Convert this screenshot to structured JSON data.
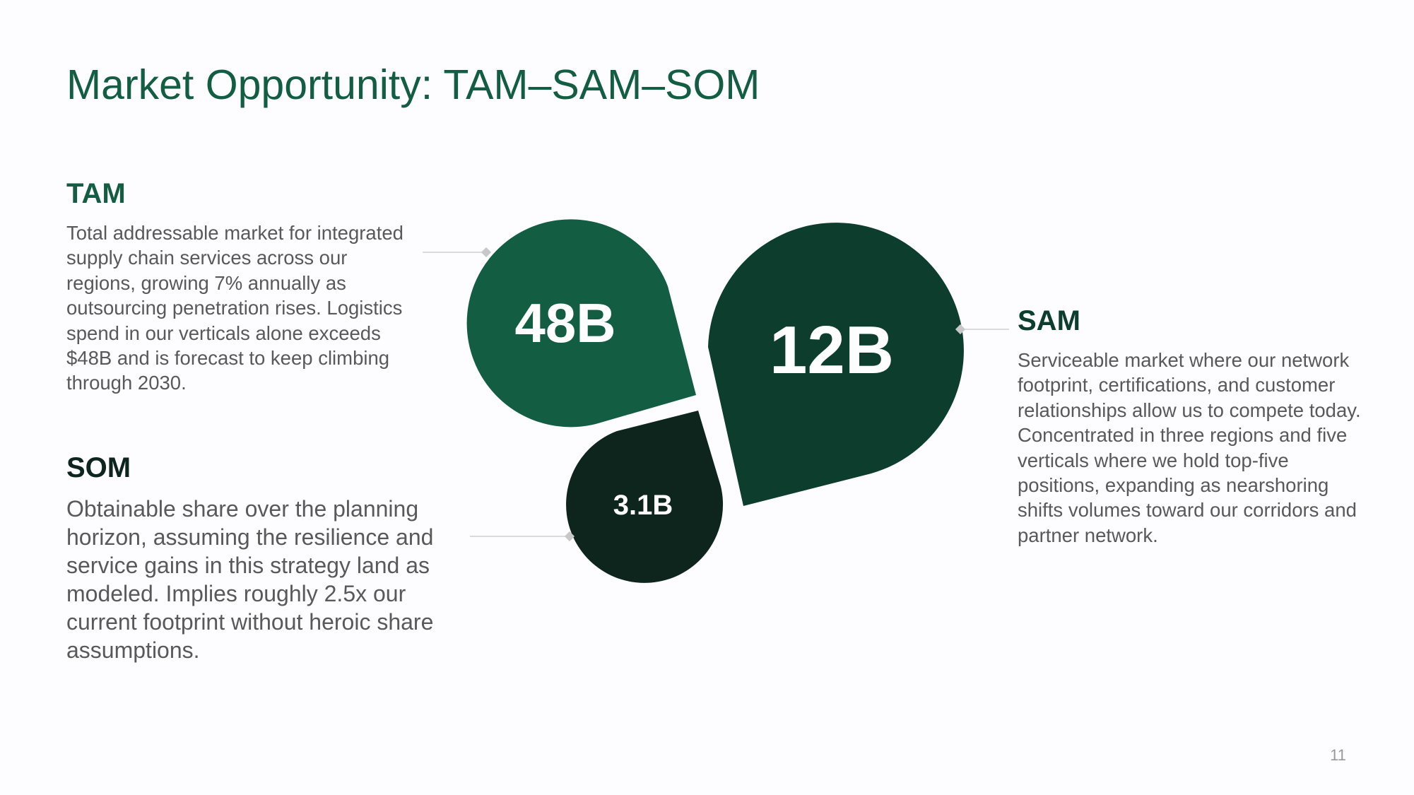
{
  "slide": {
    "title": "Market Opportunity: TAM–SAM–SOM",
    "page_number": "11"
  },
  "tam": {
    "heading": "TAM",
    "body": "Total addressable market for integrated supply chain services across our regions, growing 7% annually as outsourcing penetration rises. Logistics spend in our verticals alone exceeds $48B and is forecast to keep climbing through 2030.",
    "value": "48B",
    "color": "#135e43"
  },
  "sam": {
    "heading": "SAM",
    "body": "Serviceable market where our network footprint, certifications, and customer relationships allow us to compete today. Concentrated in three regions and five verticals where we hold top-five positions, expanding as nearshoring shifts volumes toward our corridors and partner network.",
    "value": "12B",
    "color": "#0d3d2c"
  },
  "som": {
    "heading": "SOM",
    "body": "Obtainable share over the planning horizon, assuming the resilience and service gains in this strategy land as modeled. Implies roughly 2.5x our current footprint without heroic share assumptions.",
    "value": "3.1B",
    "color": "#0d251c"
  },
  "connector_color": "#c8c8c8"
}
